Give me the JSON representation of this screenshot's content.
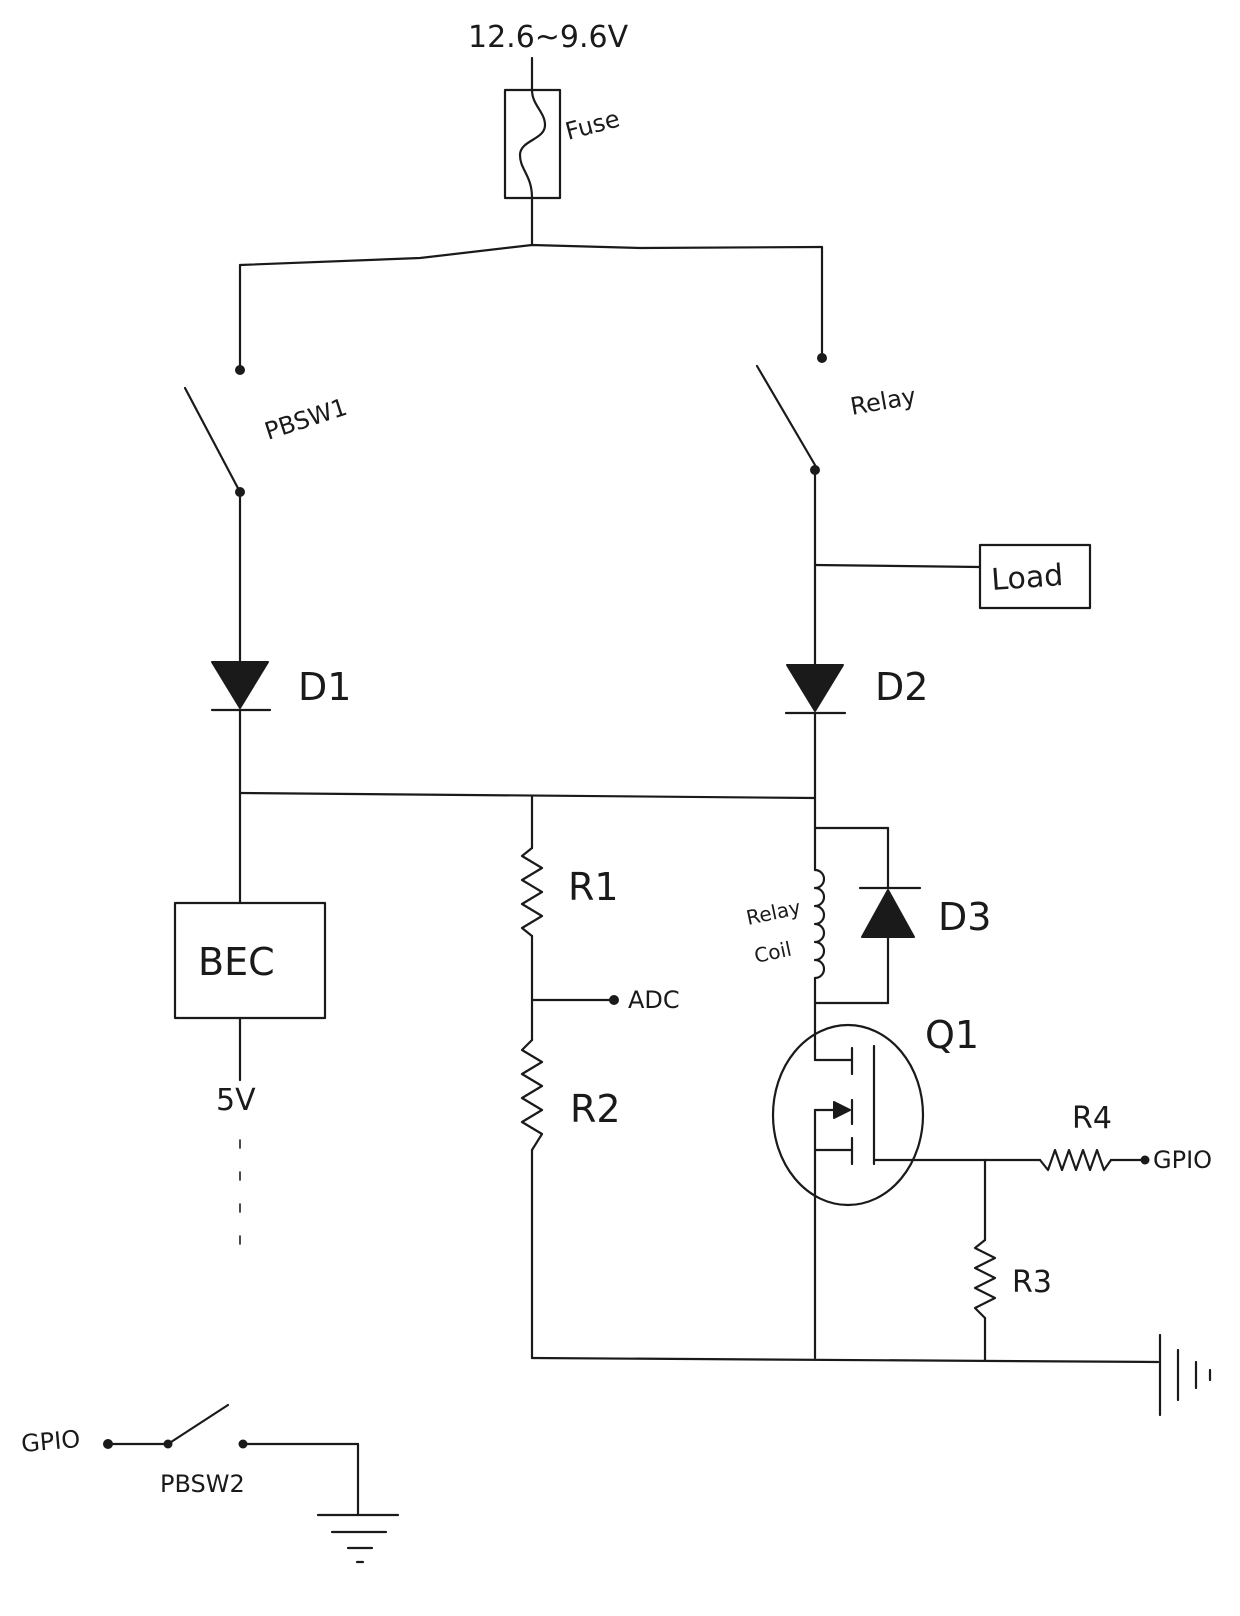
{
  "labels": {
    "supply": "12.6~9.6V",
    "fuse": "Fuse",
    "pbsw1": "PBSW1",
    "relay": "Relay",
    "load": "Load",
    "d1": "D1",
    "d2": "D2",
    "bec": "BEC",
    "v5": "5V",
    "r1": "R1",
    "adc": "ADC",
    "r2": "R2",
    "relay_coil_1": "Relay",
    "relay_coil_2": "Coil",
    "d3": "D3",
    "q1": "Q1",
    "r4": "R4",
    "gpio_right": "GPIO",
    "r3": "R3",
    "gpio_left": "GPIO",
    "pbsw2": "PBSW2"
  }
}
